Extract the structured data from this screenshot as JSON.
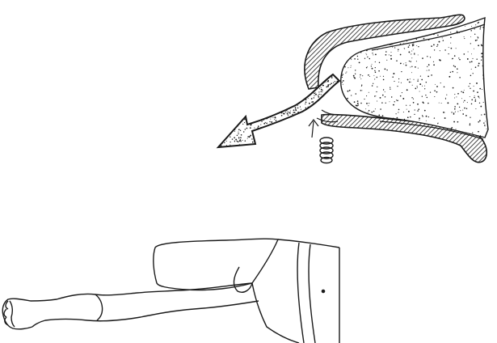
{
  "figure": {
    "panels": [
      {
        "id": "top",
        "depicts": [
          "sac",
          "sac-wall",
          "cavity-stipple",
          "arrow",
          "spring-coil"
        ]
      },
      {
        "id": "bottom",
        "depicts": [
          "leg",
          "foot",
          "toes",
          "hip",
          "torso",
          "navel",
          "pelvic-band",
          "thigh-block"
        ]
      }
    ],
    "colors": {
      "line": "#1a1a1a",
      "background": "#ffffff"
    }
  }
}
